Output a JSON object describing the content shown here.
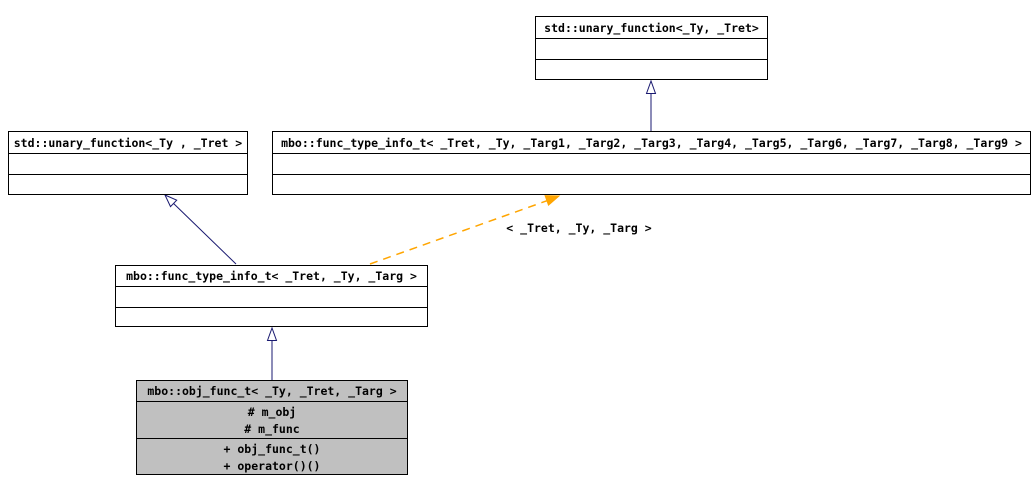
{
  "diagram": {
    "colors": {
      "inheritance": "#191970",
      "template_relation": "#ffa500",
      "border": "#000000",
      "node_fill": "#ffffff",
      "selected_node_fill": "#c0c0c0"
    },
    "nodes": {
      "unary_function_top": {
        "title": "std::unary_function<_Ty, _Tret>"
      },
      "unary_function_left": {
        "title": "std::unary_function<_Ty , _Tret >"
      },
      "func_type_info_full": {
        "title": "mbo::func_type_info_t< _Tret, _Ty, _Targ1, _Targ2, _Targ3, _Targ4, _Targ5, _Targ6, _Targ7, _Targ8, _Targ9 >"
      },
      "func_type_info": {
        "title": "mbo::func_type_info_t< _Tret, _Ty, _Targ >"
      },
      "obj_func": {
        "title": "mbo::obj_func_t< _Ty, _Tret, _Targ >",
        "attributes": [
          "# m_obj",
          "# m_func"
        ],
        "methods": [
          "+ obj_func_t()",
          "+ operator()()"
        ]
      }
    },
    "edges": {
      "template_instance_label": "< _Tret, _Ty, _Targ >"
    }
  }
}
